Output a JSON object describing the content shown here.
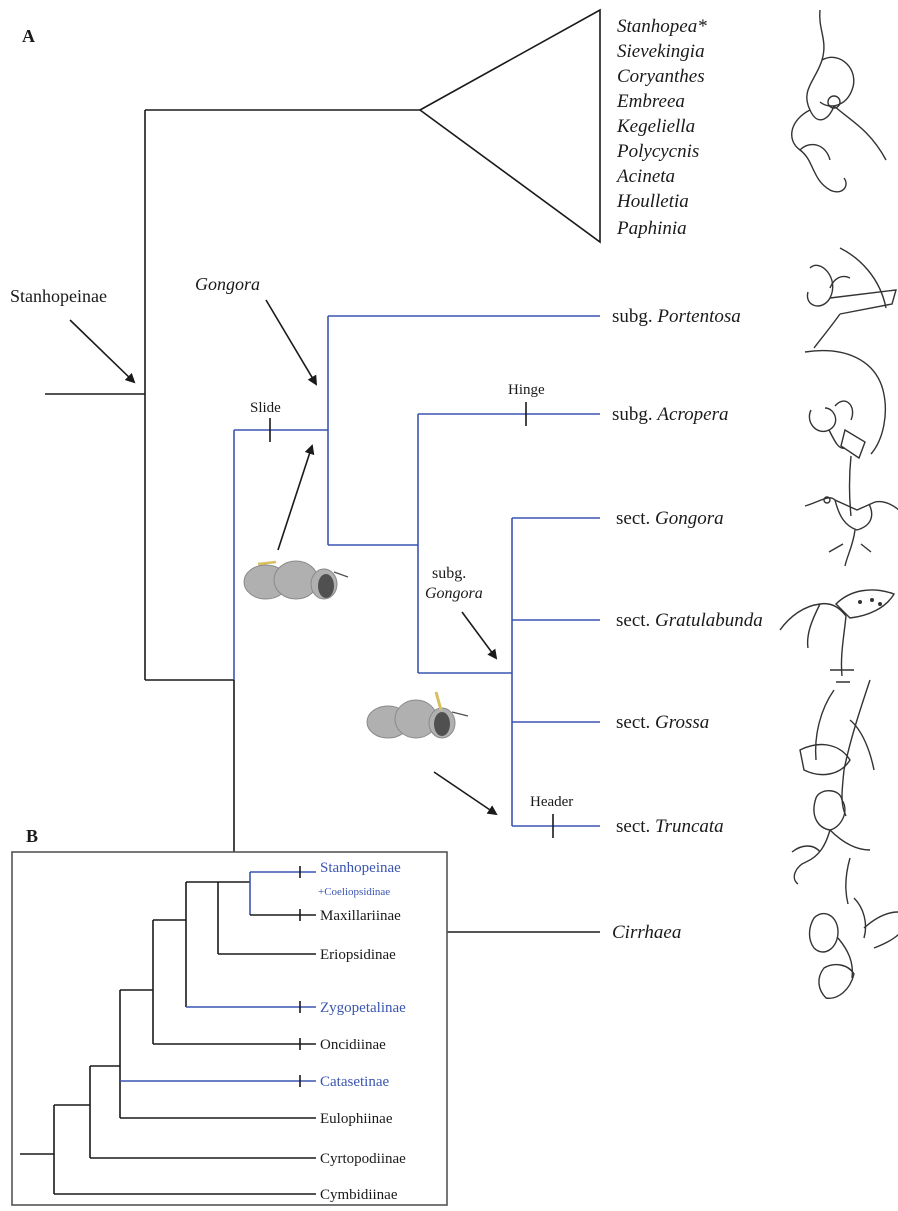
{
  "colors": {
    "black": "#1a1a1a",
    "blue": "#3a55b0",
    "bee_gray": "#b0b0b0",
    "bee_dark": "#505050",
    "pollinarium": "#d8c060",
    "inset_border": "#555555"
  },
  "panel_a": {
    "letter": "A",
    "collapsed_clade": [
      "Stanhopea*",
      "Sievekingia",
      "Coryanthes",
      "Embreea",
      "Kegeliella",
      "Polycycnis",
      "Acineta",
      "Houlletia",
      "Paphinia"
    ],
    "stanhopeinae_label": "Stanhopeinae",
    "gongora_label": "Gongora",
    "subg_gongora_label_line1": "subg.",
    "subg_gongora_label_line2": "Gongora",
    "characters": {
      "slide": "Slide",
      "hinge": "Hinge",
      "header": "Header"
    },
    "tips": [
      {
        "prefix": "subg.",
        "name": "Portentosa"
      },
      {
        "prefix": "subg.",
        "name": "Acropera"
      },
      {
        "prefix": "sect.",
        "name": "Gongora"
      },
      {
        "prefix": "sect.",
        "name": "Gratulabunda"
      },
      {
        "prefix": "sect.",
        "name": "Grossa"
      },
      {
        "prefix": "sect.",
        "name": "Truncata"
      }
    ],
    "outgroup": "Cirrhaea",
    "flower_icons": [
      "stanhopea-flower-icon",
      "portentosa-flower-icon",
      "acropera-flower-icon",
      "sect-gongora-flower-icon",
      "gratulabunda-flower-icon",
      "grossa-flower-icon",
      "truncata-flower-icon",
      "cirrhaea-flower-icon"
    ],
    "bee_icons": [
      "bee-upper-icon",
      "bee-lower-icon"
    ]
  },
  "panel_b": {
    "letter": "B",
    "taxa": [
      {
        "name": "Stanhopeinae",
        "note": "+Coeliopsidinae",
        "highlight": true
      },
      {
        "name": "Maxillariinae",
        "highlight": false
      },
      {
        "name": "Eriopsidinae",
        "highlight": false
      },
      {
        "name": "Zygopetalinae",
        "highlight": true
      },
      {
        "name": "Oncidiinae",
        "highlight": false
      },
      {
        "name": "Catasetinae",
        "highlight": true
      },
      {
        "name": "Eulophiinae",
        "highlight": false
      },
      {
        "name": "Cyrtopodiinae",
        "highlight": false
      },
      {
        "name": "Cymbidiinae",
        "highlight": false
      }
    ]
  }
}
